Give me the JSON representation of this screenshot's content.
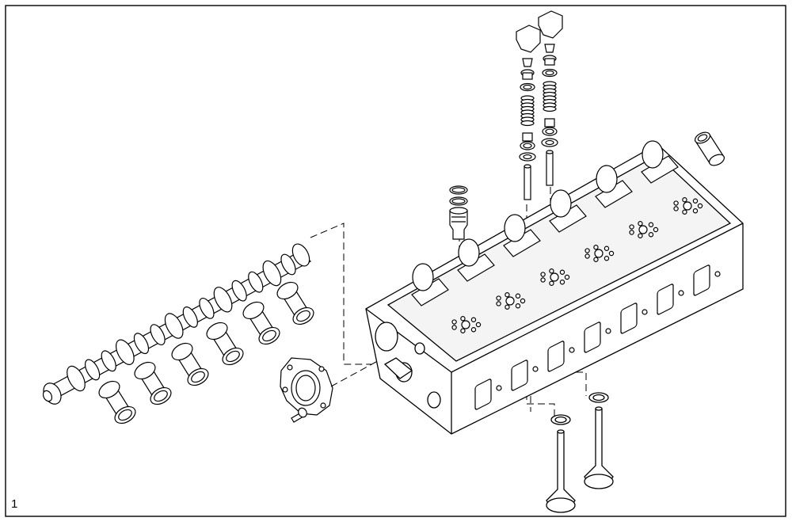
{
  "figure": {
    "number": "1",
    "line_color": "#000000",
    "fill_color": "#ffffff",
    "shade_color": "#e6e6e6"
  },
  "parts": [
    "camshaft",
    "camshaft-bearing-bushing",
    "end-cover-plate",
    "cover-bolt",
    "cylinder-head",
    "injector-sleeve",
    "o-ring",
    "valve-rocker-bridge",
    "valve-collet",
    "spring-retainer-cap",
    "valve-spring",
    "valve-stem-seal",
    "spring-seat-washer",
    "valve-guide",
    "valve-seat-insert",
    "intake-valve",
    "exhaust-valve"
  ]
}
